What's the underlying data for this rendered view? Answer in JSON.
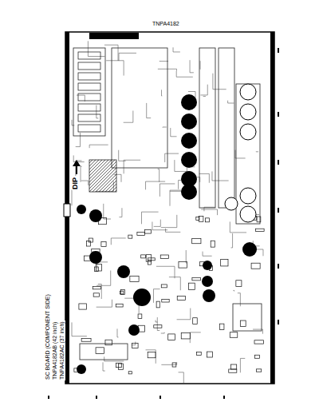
{
  "diagram": {
    "title": "SC BOARD (COMPONENT SIDE)",
    "labels": [
      "TNPA4182AB (42 inch)",
      "TNPA4182AC (37 inch)",
      "DIP",
      "TNPA4182"
    ]
  }
}
